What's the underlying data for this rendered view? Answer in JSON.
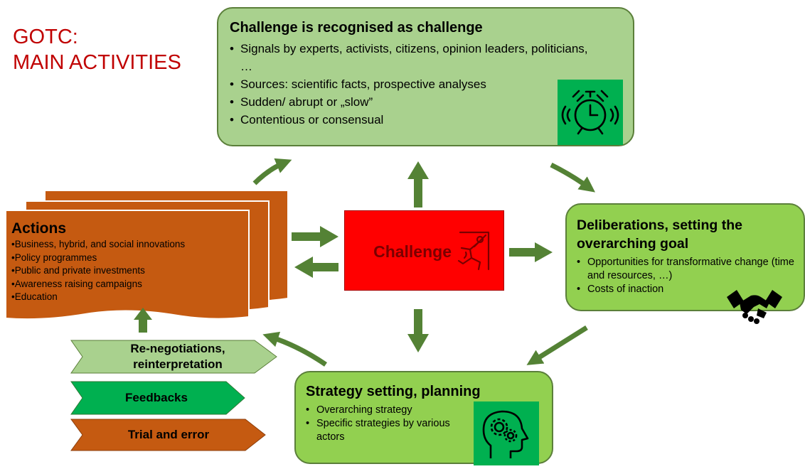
{
  "title": {
    "line1": "GOTC:",
    "line2": "MAIN ACTIVITIES"
  },
  "recognition": {
    "title": "Challenge is recognised as challenge",
    "items": [
      "Signals by experts, activists, citizens, opinion leaders, politicians, …",
      "Sources: scientific facts, prospective analyses",
      "Sudden/ abrupt or „slow”",
      "Contentious or consensual"
    ],
    "icon": "alarm-clock-icon"
  },
  "deliberations": {
    "title_line1": "Deliberations, setting the",
    "title_line2": "overarching goal",
    "items": [
      "Opportunities for transformative change (time and resources, …)",
      "Costs of inaction"
    ],
    "icon": "handshake-icon"
  },
  "strategy": {
    "title": "Strategy setting, planning",
    "items": [
      "Overarching strategy",
      "Specific strategies by various actors"
    ],
    "icon": "head-gears-icon"
  },
  "challenge": {
    "label": "Challenge",
    "icon": "climber-icon"
  },
  "actions": {
    "title": "Actions",
    "items": [
      "Business, hybrid, and social innovations",
      "Policy programmes",
      "Public and private investments",
      "Awareness raising campaigns",
      "Education"
    ]
  },
  "chevrons": [
    {
      "line1": "Re-negotiations,",
      "line2": "reinterpretation"
    },
    {
      "label": "Feedbacks"
    },
    {
      "label": "Trial and error"
    }
  ],
  "colors": {
    "light_green": "#a9d18e",
    "green": "#92d050",
    "icon_green": "#00b050",
    "challenge_red": "#ff0000",
    "actions_orange": "#c55a11",
    "arrow_green": "#548235",
    "title_red": "#c00000"
  }
}
